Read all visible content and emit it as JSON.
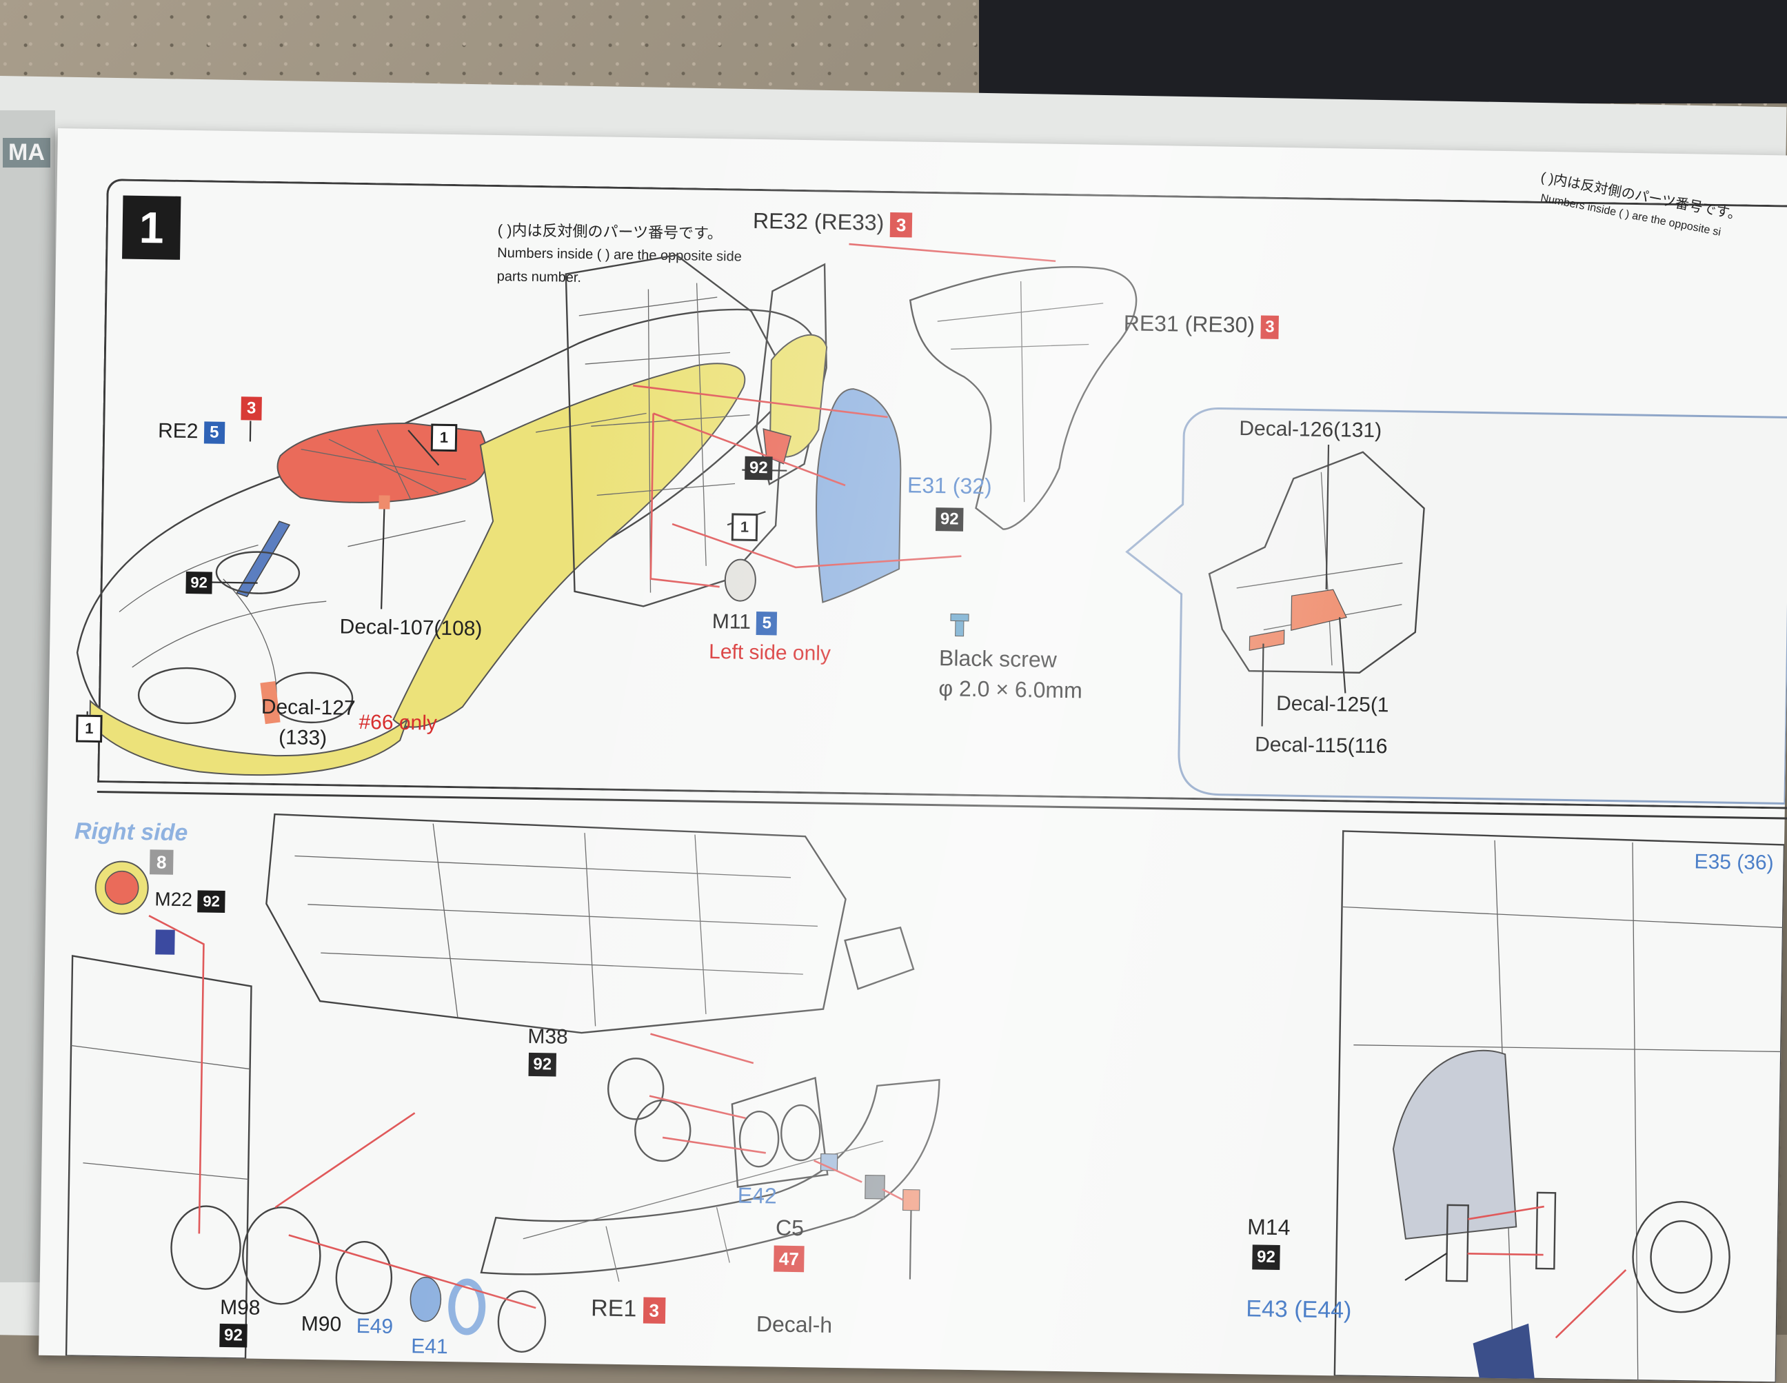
{
  "step": {
    "number": "1",
    "note_ja": "( )内は反対側のパーツ番号です。",
    "note_en_line1": "Numbers inside ( ) are the opposite side",
    "note_en_line2": "parts number."
  },
  "corner_note": {
    "ja": "( )内は反対側のパーツ番号です。",
    "en": "Numbers inside ( ) are the opposite si"
  },
  "body_callouts": {
    "re2": "RE2",
    "re2_color": "5",
    "roof_color": "3",
    "window_color": "92",
    "side_box": "1",
    "front_box": "1",
    "decal107": "Decal-107(108)",
    "decal127_a": "Decal-127",
    "decal127_b": "(133)",
    "only66": "#66 only"
  },
  "side_callouts": {
    "re32": "RE32 (RE33)",
    "re32_color": "3",
    "re31": "RE31 (RE30)",
    "re31_color": "3",
    "vent_color": "92",
    "vent_box": "1",
    "e31": "E31 (32)",
    "e31_color": "92",
    "m11": "M11",
    "m11_color": "5",
    "left_only": "Left side only",
    "screw_label": "Black screw",
    "screw_size": "φ 2.0 × 6.0mm",
    "decal126": "Decal-126(131)",
    "decal125": "Decal-125(1",
    "decal115": "Decal-115(116"
  },
  "rear_section": {
    "right_side": "Right side",
    "light_grey_num": "8",
    "m22": "M22",
    "m22_color": "92",
    "m38": "M38",
    "m38_color": "92",
    "m98": "M98",
    "m98_color": "92",
    "m90": "M90",
    "e49": "E49",
    "e41": "E41",
    "e42": "E42",
    "c5": "C5",
    "c5_color": "47",
    "decal_h": "Decal-h",
    "re1": "RE1",
    "re1_color": "3",
    "m14": "M14",
    "m14_color": "92",
    "e43": "E43 (E44)",
    "e35": "E35 (36)"
  },
  "colors": {
    "yellow_paint": "#ece27a",
    "red_paint": "#ea6b5a",
    "blue_paint": "#8fb2e0",
    "orange_decal": "#ef8c6c",
    "body_grey": "#dcdbd8",
    "leader_red": "#e0595a",
    "accent_blue": "#2f63b6",
    "accent_red": "#d83a36"
  }
}
